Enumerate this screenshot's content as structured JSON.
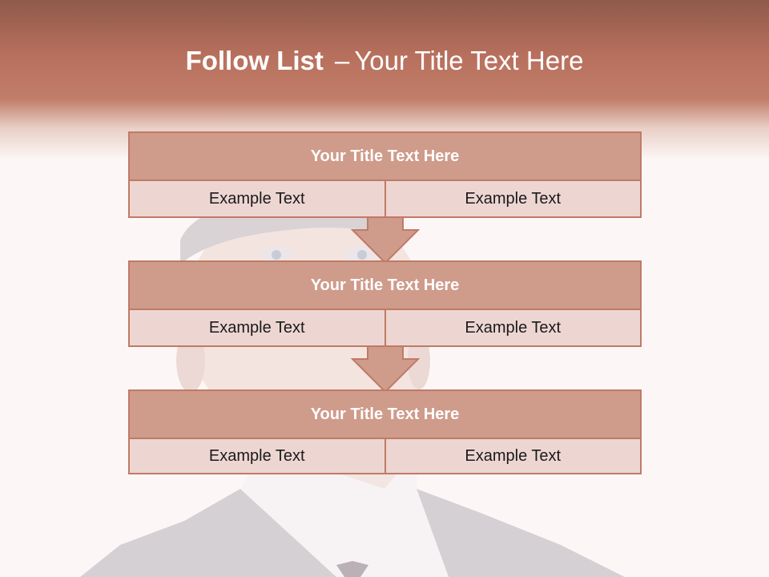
{
  "slide": {
    "title_bold": "Follow List",
    "title_sep": "–",
    "title_rest": "Your Title Text Here"
  },
  "steps": [
    {
      "title": "Your Title Text Here",
      "left": "Example Text",
      "right": "Example Text"
    },
    {
      "title": "Your Title Text Here",
      "left": "Example Text",
      "right": "Example Text"
    },
    {
      "title": "Your Title Text Here",
      "left": "Example Text",
      "right": "Example Text"
    }
  ],
  "colors": {
    "header": "#b8705d",
    "box_head": "#cf9b8b",
    "box_body": "#edd6d2",
    "border": "#c07a66",
    "arrow": "#cf9b8b"
  },
  "icons": {
    "arrow": "down-arrow-icon"
  }
}
